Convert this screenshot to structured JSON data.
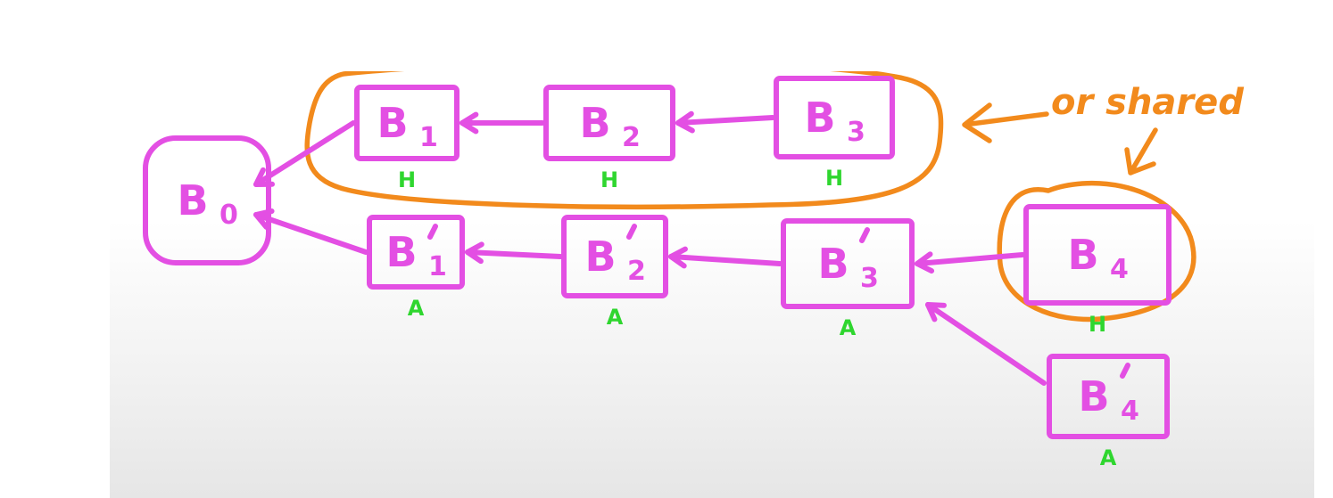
{
  "colors": {
    "block": "#e34fe3",
    "annotation": "#f28a1c",
    "label": "#2fd62f"
  },
  "blocks": [
    {
      "id": "b0",
      "letter": "B",
      "sub": "0",
      "prime": false,
      "tag": ""
    },
    {
      "id": "b1",
      "letter": "B",
      "sub": "1",
      "prime": false,
      "tag": "H"
    },
    {
      "id": "b2",
      "letter": "B",
      "sub": "2",
      "prime": false,
      "tag": "H"
    },
    {
      "id": "b3",
      "letter": "B",
      "sub": "3",
      "prime": false,
      "tag": "H"
    },
    {
      "id": "b1p",
      "letter": "B",
      "sub": "1",
      "prime": true,
      "tag": "A"
    },
    {
      "id": "b2p",
      "letter": "B",
      "sub": "2",
      "prime": true,
      "tag": "A"
    },
    {
      "id": "b3p",
      "letter": "B",
      "sub": "3",
      "prime": true,
      "tag": "A"
    },
    {
      "id": "b4",
      "letter": "B",
      "sub": "4",
      "prime": false,
      "tag": "H"
    },
    {
      "id": "b4p",
      "letter": "B",
      "sub": "4",
      "prime": true,
      "tag": "A"
    }
  ],
  "links": [
    {
      "from": "b1",
      "to": "b0"
    },
    {
      "from": "b2",
      "to": "b1"
    },
    {
      "from": "b3",
      "to": "b2"
    },
    {
      "from": "b1p",
      "to": "b0"
    },
    {
      "from": "b2p",
      "to": "b1p"
    },
    {
      "from": "b3p",
      "to": "b2p"
    },
    {
      "from": "b4",
      "to": "b3p"
    },
    {
      "from": "b4p",
      "to": "b3p"
    }
  ],
  "annotation": {
    "text": "or shared"
  }
}
